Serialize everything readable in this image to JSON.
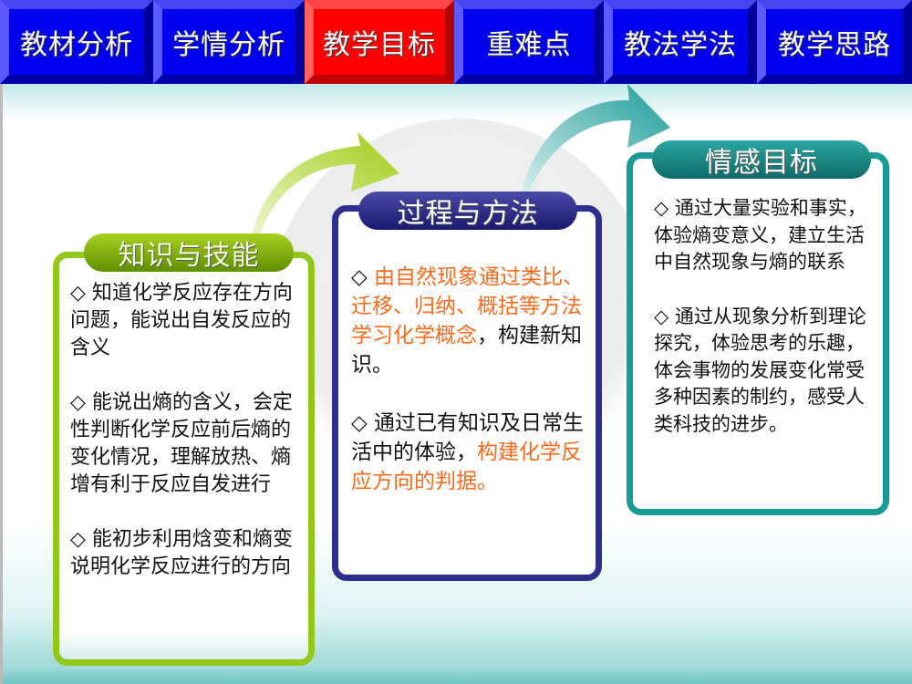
{
  "nav": {
    "tabs": [
      {
        "label": "教材分析",
        "active": false
      },
      {
        "label": "学情分析",
        "active": false
      },
      {
        "label": "教学目标",
        "active": true
      },
      {
        "label": "重难点",
        "active": false
      },
      {
        "label": "教法学法",
        "active": false
      },
      {
        "label": "教学思路",
        "active": false
      }
    ]
  },
  "colors": {
    "nav_blue": "#0000ee",
    "nav_active_red": "#ff0000",
    "green": "#92c81a",
    "navy": "#2e2e8e",
    "teal": "#1a9a96",
    "highlight_orange": "#ff6a1a"
  },
  "panels": {
    "knowledge": {
      "title": "知识与技能",
      "items": [
        "◇ 知道化学反应存在方向问题，能说出自发反应的含义",
        "◇ 能说出熵的含义，会定性判断化学反应前后熵的变化情况，理解放热、熵增有利于反应自发进行",
        "◇ 能初步利用焓变和熵变说明化学反应进行的方向"
      ]
    },
    "process": {
      "title": "过程与方法",
      "item1": {
        "bullet": "◇ ",
        "highlight": "由自然现象通过类比、迁移、归纳、概括等方法学习化学概念",
        "rest": "，构建新知识。"
      },
      "item2": {
        "bullet": "◇ ",
        "plain": "通过已有知识及日常生活中的体验，",
        "highlight": "构建化学反应方向的判据。"
      }
    },
    "emotion": {
      "title": "情感目标",
      "items": [
        "◇ 通过大量实验和事实，体验熵变意义，建立生活中自然现象与熵的联系",
        "◇ 通过从现象分析到理论探究，体验思考的乐趣，体会事物的发展变化常受多种因素的制约，感受人类科技的进步。"
      ]
    }
  }
}
